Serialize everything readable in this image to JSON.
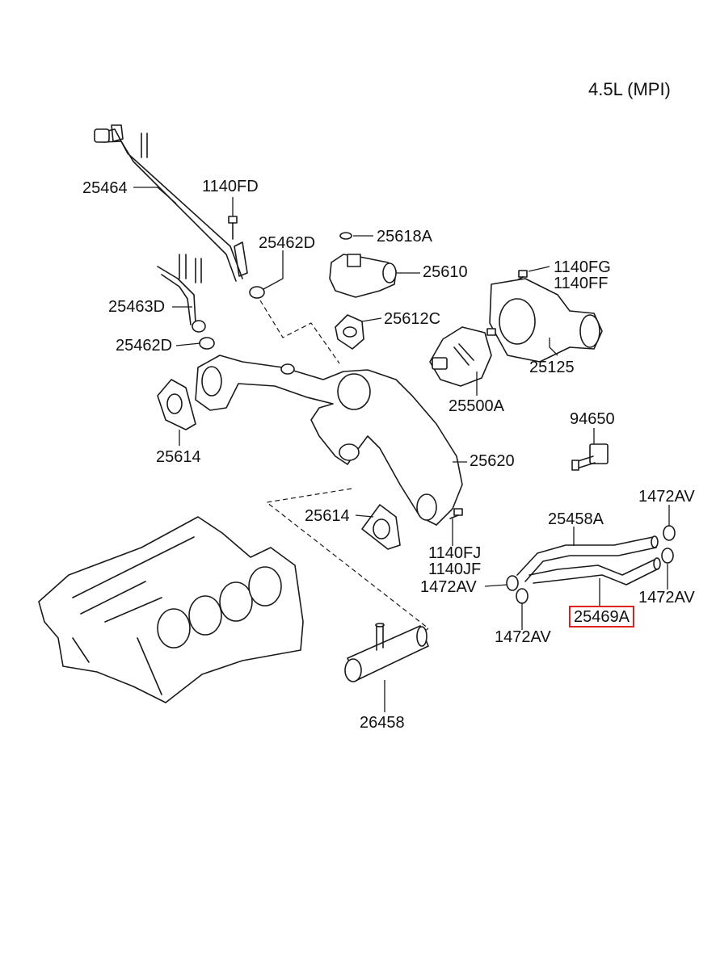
{
  "header": {
    "engine": "4.5L (MPI)"
  },
  "parts": [
    {
      "id": "p25464",
      "code": "25464"
    },
    {
      "id": "p1140FD",
      "code": "1140FD"
    },
    {
      "id": "p25618A",
      "code": "25618A"
    },
    {
      "id": "p25462D_a",
      "code": "25462D"
    },
    {
      "id": "p25610",
      "code": "25610"
    },
    {
      "id": "p1140FG",
      "code": "1140FG"
    },
    {
      "id": "p1140FF",
      "code": "1140FF"
    },
    {
      "id": "p25463D",
      "code": "25463D"
    },
    {
      "id": "p25612C",
      "code": "25612C"
    },
    {
      "id": "p25462D_b",
      "code": "25462D"
    },
    {
      "id": "p25125",
      "code": "25125"
    },
    {
      "id": "p25500A",
      "code": "25500A"
    },
    {
      "id": "p25614_a",
      "code": "25614"
    },
    {
      "id": "p94650",
      "code": "94650"
    },
    {
      "id": "p25620",
      "code": "25620"
    },
    {
      "id": "p1472AV_a",
      "code": "1472AV"
    },
    {
      "id": "p25458A",
      "code": "25458A"
    },
    {
      "id": "p25614_b",
      "code": "25614"
    },
    {
      "id": "p1140FJ",
      "code": "1140FJ"
    },
    {
      "id": "p1140JF",
      "code": "1140JF"
    },
    {
      "id": "p1472AV_b",
      "code": "1472AV"
    },
    {
      "id": "p1472AV_c",
      "code": "1472AV"
    },
    {
      "id": "p25469A",
      "code": "25469A",
      "highlighted": true
    },
    {
      "id": "p1472AV_d",
      "code": "1472AV"
    },
    {
      "id": "p26458",
      "code": "26458"
    }
  ],
  "colors": {
    "highlight": "#e0201b",
    "line": "#1a1a1a",
    "background": "#ffffff"
  }
}
